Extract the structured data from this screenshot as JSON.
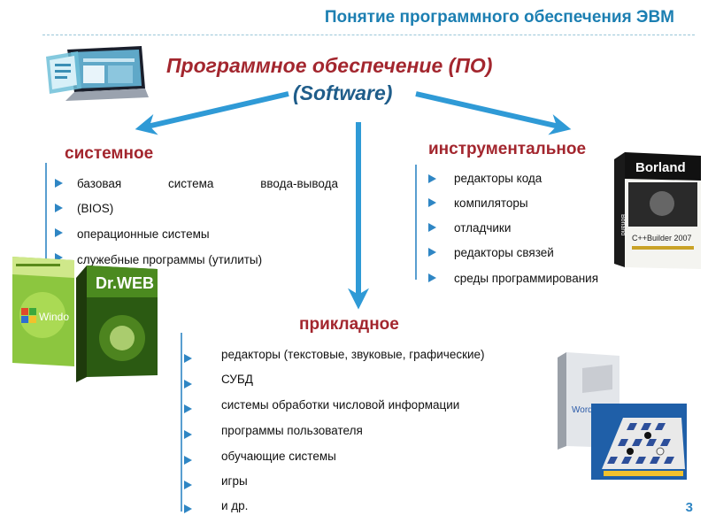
{
  "header": {
    "title": "Понятие программного обеспечения ЭВМ"
  },
  "main": {
    "title": "Программное обеспечение (ПО)",
    "subtitle": "(Software)"
  },
  "systemic": {
    "title": "системное",
    "items": [
      "базовая система ввода-вывода",
      "(BIOS)",
      "операционные системы",
      "служебные программы (утилиты)"
    ]
  },
  "instrumental": {
    "title": "инструментальное",
    "items": [
      "редакторы кода",
      "компиляторы",
      "отладчики",
      "редакторы связей",
      "среды программирования"
    ]
  },
  "applied": {
    "title": "прикладное",
    "items": [
      "редакторы (текстовые, звуковые, графические)",
      "СУБД",
      "системы обработки  числовой информации",
      "программы пользователя",
      "обучающие системы",
      "игры",
      "и др."
    ]
  },
  "boxes": {
    "windows": "Windo",
    "drweb": "Dr.WEB",
    "borland": "Borland",
    "borland_side": "Borland",
    "cbuilder": "C++Builder 2007",
    "word": "Word"
  },
  "page": {
    "number": "3"
  },
  "colors": {
    "accent": "#2f86c4",
    "category": "#a3262e",
    "header": "#1c7fb2",
    "subtitle": "#1f5d8a"
  }
}
